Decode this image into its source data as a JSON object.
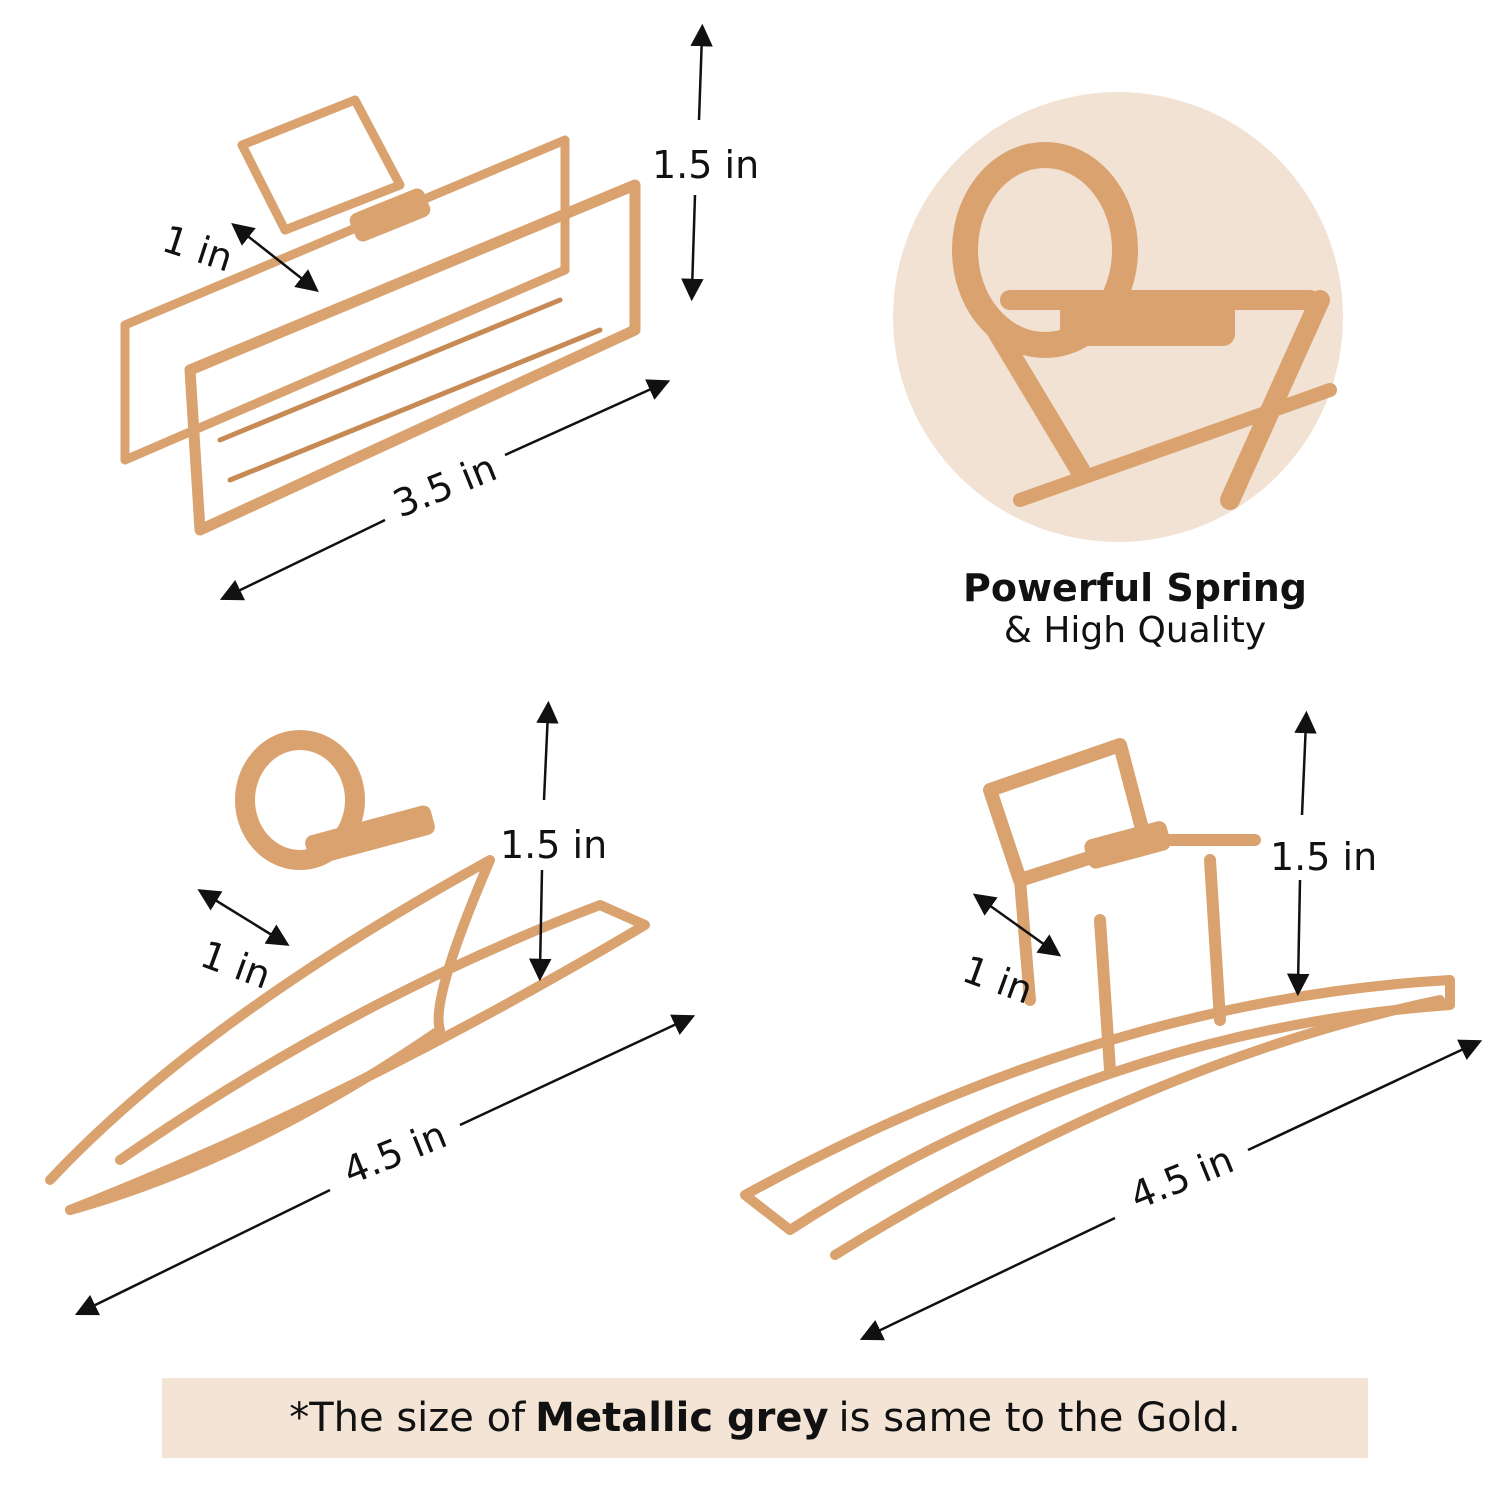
{
  "colors": {
    "gold": "#d9a26f",
    "circle_bg": "#f2e2d4",
    "caption_bg": "#f3e4d6"
  },
  "clip_rect": {
    "height": "1.5 in",
    "depth": "1 in",
    "length": "3.5 in"
  },
  "clip_oval": {
    "height": "1.5 in",
    "depth": "1 in",
    "length": "4.5 in"
  },
  "clip_square": {
    "height": "1.5 in",
    "depth": "1 in",
    "length": "4.5 in"
  },
  "feature": {
    "title": "Powerful Spring",
    "subtitle": "& High Quality"
  },
  "caption": {
    "prefix": "*The size of",
    "bold": "Metallic grey",
    "suffix": "is same to the Gold."
  }
}
